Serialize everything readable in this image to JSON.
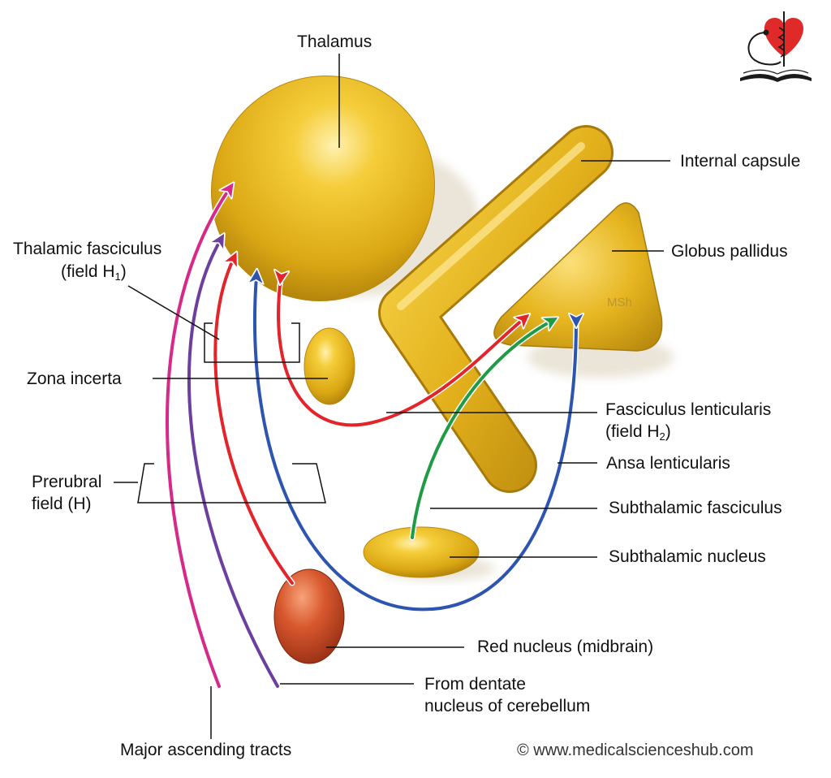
{
  "labels": {
    "thalamus": "Thalamus",
    "internal_capsule": "Internal capsule",
    "globus_pallidus": "Globus pallidus",
    "thalamic_fasciculus_1": "Thalamic fasciculus",
    "thalamic_fasciculus_2_pre": "(field H",
    "thalamic_fasciculus_2_sub": "1",
    "thalamic_fasciculus_2_post": ")",
    "zona_incerta": "Zona incerta",
    "fasciculus_lenticularis_1": "Fasciculus lenticularis",
    "fasciculus_lenticularis_2_pre": "(field H",
    "fasciculus_lenticularis_2_sub": "2",
    "fasciculus_lenticularis_2_post": ")",
    "ansa_lenticularis": "Ansa lenticularis",
    "prerubral_field_1": "Prerubral",
    "prerubral_field_2": "field (H)",
    "subthalamic_fasciculus": "Subthalamic fasciculus",
    "subthalamic_nucleus": "Subthalamic nucleus",
    "red_nucleus": "Red nucleus (midbrain)",
    "dentate_1": "From dentate",
    "dentate_2": "nucleus of cerebellum",
    "major_ascending_tracts": "Major ascending tracts"
  },
  "watermark": "MSh",
  "credit": "© www.medicalscienceshub.com",
  "logo": {
    "icon": "heart-caduceus-stethoscope-book-logo"
  },
  "colors": {
    "structure_gold": "#e2b21c",
    "red_nucleus": "#c94a24",
    "tract_red": "#e3252b",
    "tract_blue": "#2d55b0",
    "tract_green": "#1f9a45",
    "tract_magenta": "#d6298a",
    "tract_purple": "#6c3f9e",
    "logo_red": "#e02a2a"
  }
}
